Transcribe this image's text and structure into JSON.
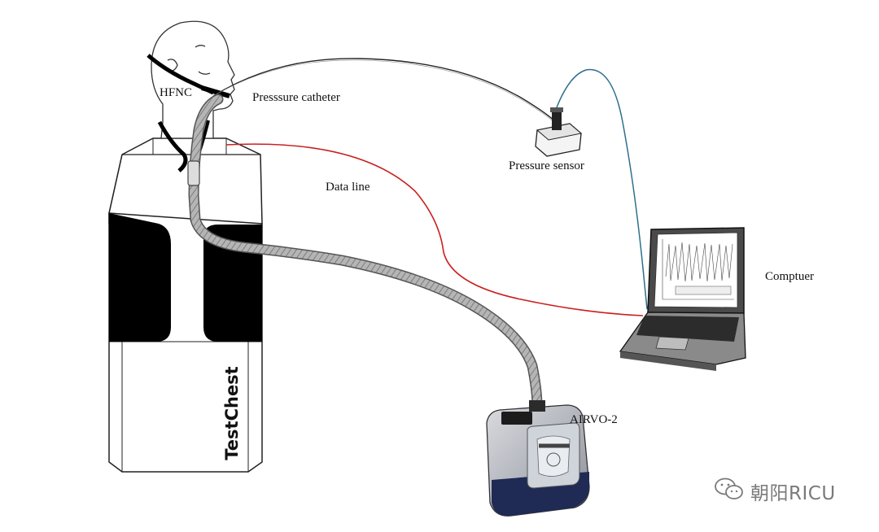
{
  "labels": {
    "hfnc": "HFNC",
    "pressure_catheter": "Presssure catheter",
    "pressure_sensor": "Pressure sensor",
    "data_line": "Data line",
    "computer": "Comptuer",
    "airvo": "AIRVO-2",
    "testchest": "TestChest"
  },
  "watermark": {
    "text": "朝阳RICU",
    "icon": "wechat-icon"
  },
  "colors": {
    "data_line": "#c8201e",
    "sensor_cable": "#2f6f8f",
    "catheter": "#333333",
    "tubing": "#9a9a9a",
    "testchest_fill": "#000000"
  }
}
